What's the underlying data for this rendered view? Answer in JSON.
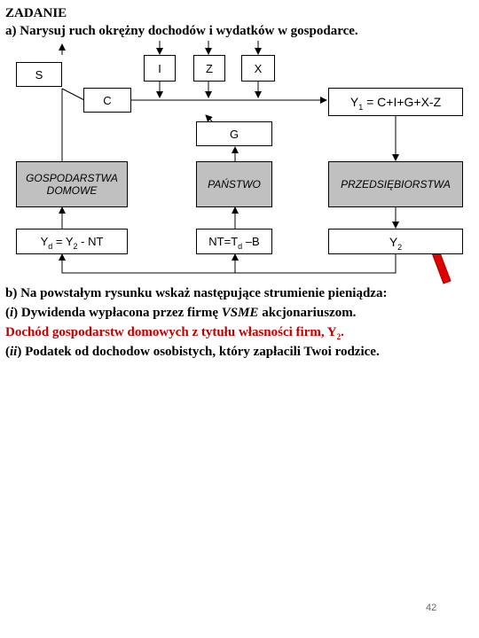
{
  "heading": {
    "title": "ZADANIE",
    "task_a": "a) Narysuj ruch okrężny dochodów i wydatków w gospodarce."
  },
  "diagram": {
    "S": "S",
    "I": "I",
    "Z": "Z",
    "X": "X",
    "C": "C",
    "Y1_pre": "Y",
    "Y1_sub": "1",
    "Y1_post": " = C+I+G+X-Z",
    "G": "G",
    "households_line1": "GOSPODARSTWA",
    "households_line2": "DOMOWE",
    "state": "PAŃSTWO",
    "firms": "PRZEDSIĘBIORSTWA",
    "yd_pre": "Y",
    "yd_sub": "d",
    "yd_mid": " = Y",
    "yd_sub2": "2",
    "yd_post": " - NT",
    "nt_pre": "NT=T",
    "nt_sub": "d",
    "nt_post": " –B",
    "y2_pre": "Y",
    "y2_sub": "2"
  },
  "task_b": {
    "line1": "b) Na powstałym rysunku wskaż następujące strumienie pieniądza:",
    "line2_open": "(",
    "line2_i": "i",
    "line2_mid": ") Dywidenda wypłacona przez firmę ",
    "line2_vsme": "VSME",
    "line2_end": " akcjonariuszom.",
    "line3": "Dochód gospodarstw domowych z tytułu własności firm, Y",
    "line3_sub": "2",
    "line3_end": ".",
    "line4_open": "(",
    "line4_ii": "ii",
    "line4_rest": ") Podatek od dochodow osobistych, który zapłacili Twoi rodzice."
  },
  "page_number": "42",
  "colors": {
    "highlight": "#c00000",
    "arrow": "#e00000",
    "box_gray": "#c0c0c0"
  }
}
